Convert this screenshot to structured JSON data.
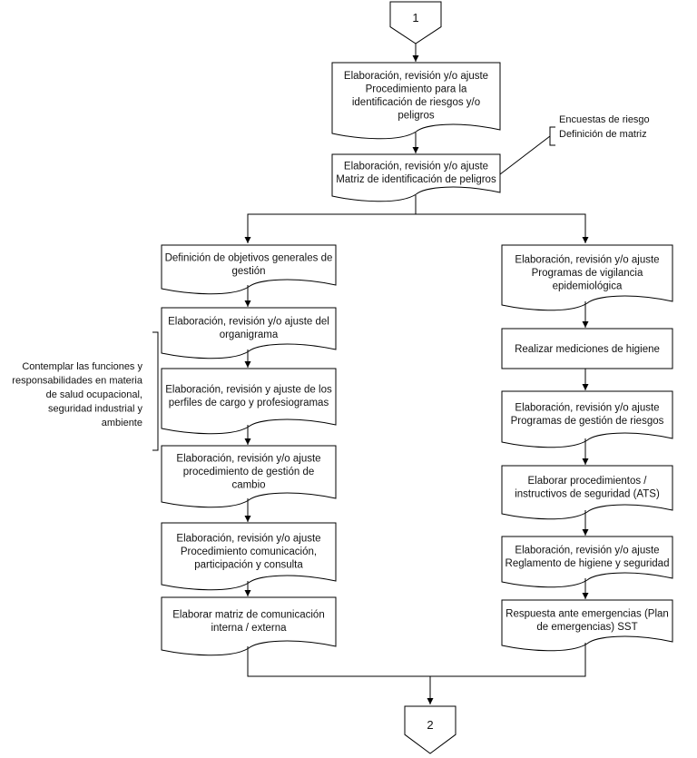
{
  "connectors": {
    "top": "1",
    "bottom": "2"
  },
  "main_flow": [
    {
      "id": "proc-identificacion",
      "lines": [
        "Elaboración, revisión y/o ajuste",
        "Procedimiento para la",
        "identificación de riesgos y/o",
        "peligros"
      ]
    },
    {
      "id": "matriz-peligros",
      "lines": [
        "Elaboración, revisión y/o ajuste",
        "Matriz de identificación de peligros"
      ]
    }
  ],
  "left_branch": [
    {
      "id": "objetivos-generales",
      "lines": [
        "Definición de objetivos generales de",
        "gestión"
      ]
    },
    {
      "id": "organigrama",
      "lines": [
        "Elaboración, revisión y/o ajuste del",
        "organigrama"
      ]
    },
    {
      "id": "perfiles-cargo",
      "lines": [
        "Elaboración, revisión y ajuste de los",
        "perfiles de cargo y profesiogramas"
      ]
    },
    {
      "id": "gestion-cambio",
      "lines": [
        "Elaboración, revisión y/o ajuste",
        "procedimiento de gestión de",
        "cambio"
      ]
    },
    {
      "id": "comunicacion",
      "lines": [
        "Elaboración, revisión y/o ajuste",
        "Procedimiento comunicación,",
        "participación y consulta"
      ]
    },
    {
      "id": "matriz-comunicacion",
      "lines": [
        "Elaborar matriz de comunicación",
        "interna / externa"
      ]
    }
  ],
  "right_branch": [
    {
      "id": "vigilancia-epidemiologica",
      "lines": [
        "Elaboración, revisión y/o ajuste",
        "Programas de vigilancia",
        "epidemiológica"
      ]
    },
    {
      "id": "mediciones-higiene",
      "lines": [
        "Realizar mediciones de higiene"
      ]
    },
    {
      "id": "gestion-riesgos",
      "lines": [
        "Elaboración, revisión y/o ajuste",
        "Programas de gestión de riesgos"
      ]
    },
    {
      "id": "procedimientos-ats",
      "lines": [
        "Elaborar procedimientos /",
        "instructivos de seguridad (ATS)"
      ]
    },
    {
      "id": "reglamento-higiene",
      "lines": [
        "Elaboración, revisión y/o ajuste",
        "Reglamento de higiene y seguridad"
      ]
    },
    {
      "id": "plan-emergencias",
      "lines": [
        "Respuesta ante emergencias (Plan",
        "de emergencias) SST"
      ]
    }
  ],
  "annotations": {
    "matriz_note": [
      "Encuestas de riesgo",
      "Definición de matriz"
    ],
    "funciones_note": [
      "Contemplar las funciones y",
      "responsabilidades en materia",
      "de salud ocupacional,",
      "seguridad industrial y",
      "ambiente"
    ]
  }
}
